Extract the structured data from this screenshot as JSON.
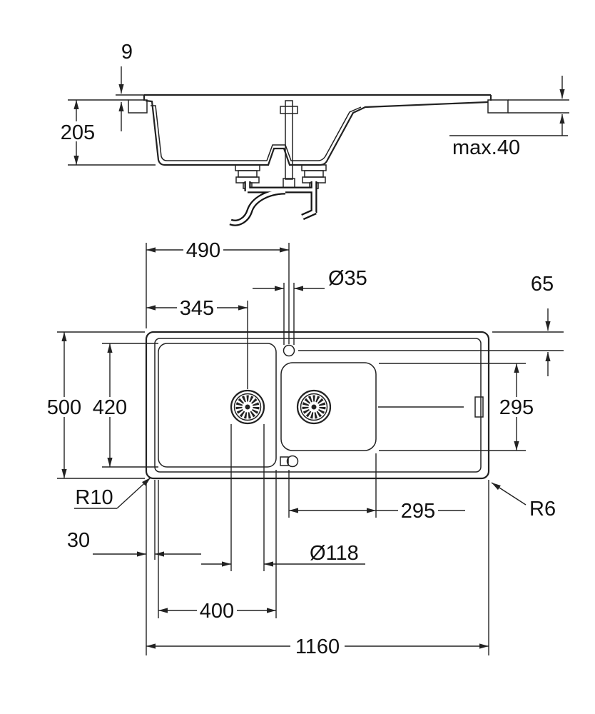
{
  "title": "sink-technical-drawing",
  "colors": {
    "line": "#222222",
    "background": "#ffffff"
  },
  "dims": {
    "rim_height": "9",
    "total_depth": "205",
    "max_counter": "max.40",
    "tap_from_left": "490",
    "tap_hole": "Ø35",
    "tap_from_top": "65",
    "drain_from_left": "345",
    "overall_width": "500",
    "bowl_section_width": "420",
    "main_bowl_width": "295",
    "corner_left": "R10",
    "corner_right": "R6",
    "rim_inset": "30",
    "drain_diameter": "Ø118",
    "drainer_length": "295",
    "bowl_section_length": "400",
    "overall_length": "1160"
  }
}
